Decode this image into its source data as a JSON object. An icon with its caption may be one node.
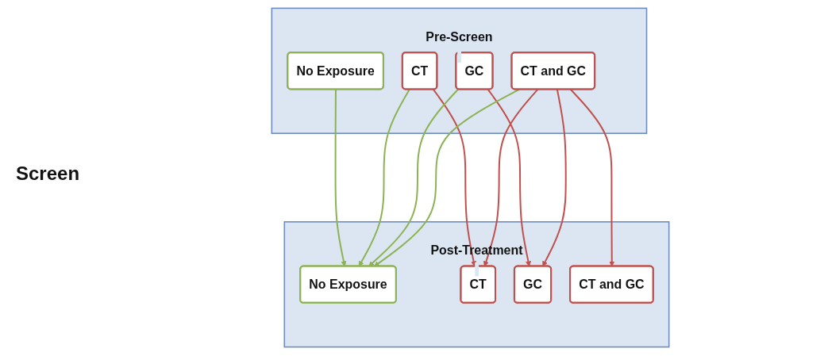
{
  "diagram": {
    "nodes": [
      {
        "text": [
          "Pre-Screen"
        ]
      },
      {
        "text": [
          "No Exposure"
        ],
        "in": 0
      },
      {
        "text": [
          "CT"
        ],
        "in": 0
      },
      {
        "text": [
          "GC"
        ],
        "in": 0
      },
      {
        "text": [
          "CT and GC"
        ],
        "in": 0
      },
      {
        "text": [
          "Post-Treatment"
        ]
      },
      {
        "text": [
          "No Exposure"
        ],
        "in": 5
      },
      {
        "text": [
          "CT"
        ],
        "in": 5
      },
      {
        "text": [
          "GC"
        ],
        "in": 5
      },
      {
        "text": [
          "CT and GC"
        ],
        "in": 5
      }
    ],
    "edges": [
      {
        "from": 1,
        "to": 6,
        "arrow": "to",
        "color": "#8db255"
      },
      {
        "from": 2,
        "to": 6,
        "arrow": "to",
        "color": "#8db255"
      },
      {
        "from": 2,
        "to": 7,
        "arrow": "to",
        "color": "#c0504d"
      },
      {
        "from": 3,
        "to": 6,
        "arrow": "to",
        "color": "#8db255"
      },
      {
        "from": 3,
        "to": 8,
        "arrow": "to",
        "color": "#c0504d"
      },
      {
        "from": 4,
        "to": 6,
        "arrow": "to",
        "color": "#8db255"
      },
      {
        "from": 4,
        "to": 7,
        "arrow": "to",
        "color": "#c0504d"
      },
      {
        "from": 4,
        "to": 8,
        "arrow": "to",
        "color": "#c0504d"
      },
      {
        "from": 4,
        "to": 9,
        "arrow": "to",
        "color": "#c0504d"
      }
    ],
    "labels": [
      "Screen"
    ]
  }
}
